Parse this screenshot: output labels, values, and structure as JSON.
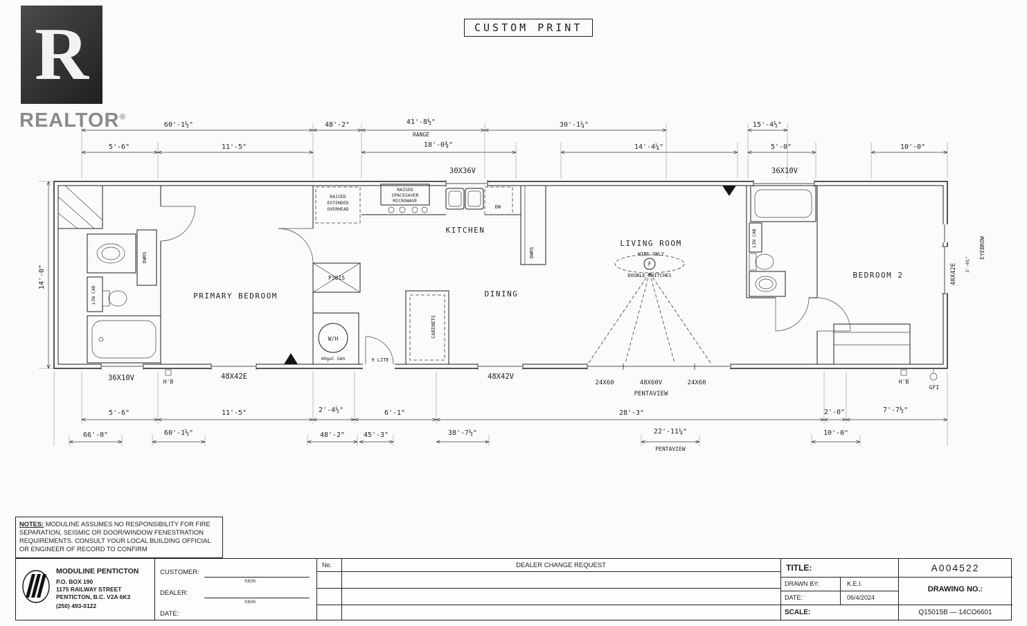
{
  "header": {
    "title": "CUSTOM PRINT"
  },
  "realtor": {
    "r": "R",
    "name": "REALTOR",
    "reg": "®"
  },
  "dims": {
    "top1_a": "60'-1½\"",
    "top1_b": "48'-2\"",
    "top1_c": "41'-8½\"",
    "top1_c_sub": "RANGE",
    "top1_d": "30'-1¼\"",
    "top1_e": "15'-4½\"",
    "top2_a": "5'-6\"",
    "top2_b": "11'-5\"",
    "top2_c": "18'-0¾\"",
    "top2_d": "14'-4¼\"",
    "top2_e": "5'-0\"",
    "top2_f": "10'-0\"",
    "win_top_a": "30X36V",
    "win_top_b": "36X10V",
    "left_height": "14'-0\"",
    "bot1_a": "5'-6\"",
    "bot1_b": "11'-5\"",
    "bot1_c": "2'-4½\"",
    "bot1_d": "6'-1\"",
    "bot1_e": "28'-3\"",
    "bot1_f": "2'-0\"",
    "bot1_g": "7'-7½\"",
    "bot2_a": "66'-0\"",
    "bot2_b": "60'-1½\"",
    "bot2_c": "48'-2\"",
    "bot2_d": "45'-3\"",
    "bot2_e": "38'-7½\"",
    "bot2_f": "22'-11¼\"",
    "bot2_f_sub": "PENTAVIEW",
    "bot2_g": "10'-0\""
  },
  "windows_bottom": {
    "a": "36X10V",
    "b": "48X42E",
    "c": "48X42V",
    "d": "24X60",
    "e": "48X60V",
    "f": "24X60",
    "label": "PENTAVIEW",
    "hb1": "H'B",
    "hb2": "H'B",
    "gfi": "GFI"
  },
  "windows_right": {
    "eyebrow": "EYEBROW",
    "size": "48X42E",
    "dim": "3'-6¾\""
  },
  "rooms": {
    "primary": "PRIMARY BEDROOM",
    "kitchen": "KITCHEN",
    "dining": "DINING",
    "living": "LIVING ROOM",
    "bedroom2": "BEDROOM 2"
  },
  "annotations": {
    "raised_overhead_1": "RAISED",
    "raised_overhead_2": "EXTENDED",
    "raised_overhead_3": "OVERHEAD",
    "microwave_1": "RAISED",
    "microwave_2": "SPACESAVER",
    "microwave_3": "MICROWAVE",
    "dw": "DW",
    "dwrs_kitchen": "DWRS",
    "dwrs_bath": "DWRS",
    "lin_cab1": "LIN CAB",
    "lin_cab2": "LIN CAB",
    "wire_only": "WIRE ONLY",
    "fan": "F",
    "double_switches": "DOUBLE SWITCHES",
    "p3015": "P3015",
    "cabinets": "CABINETS",
    "wh": "W/H",
    "wh_sub": "40gal GAS",
    "nine_lite": "9 LITE"
  },
  "notes": {
    "label": "NOTES:",
    "text": " MODULINE ASSUMES NO RESPONSIBILITY FOR FIRE SEPARATION, SEISMIC OR DOOR/WINDOW FENESTRATION REQUIREMENTS. CONSULT YOUR LOCAL BUILDING OFFICIAL OR ENGINEER OF RECORD TO CONFIRM"
  },
  "title_block": {
    "company": "MODULINE PENTICTON",
    "addr1": "P.O. BOX 190",
    "addr2": "1175 RAILWAY STREET",
    "addr3": "PENTICTON, B.C. V2A 6K3",
    "addr4": "(250) 493-0122",
    "customer_label": "CUSTOMER:",
    "dealer_label": "DEALER:",
    "date_label": "DATE:",
    "sign1": "SIGN",
    "sign2": "SIGN",
    "no_label": "No.",
    "change_header": "DEALER CHANGE REQUEST",
    "title_label": "TITLE:",
    "title_value": "A004522",
    "drawn_by_label": "DRAWN BY:",
    "drawn_by_value": "K.E.I.",
    "tb_date_label": "DATE:",
    "tb_date_value": "06/4/2024",
    "drawing_no_label": "DRAWING NO.:",
    "scale_label": "SCALE:",
    "drawing_no_value": "Q15015B — 14CO6601"
  }
}
